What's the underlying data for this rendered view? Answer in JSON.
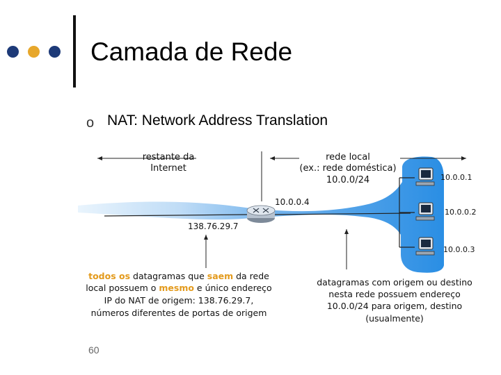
{
  "slide": {
    "title": "Camada de Rede",
    "bullet": "NAT: Network Address Translation",
    "page_number": "60",
    "colors": {
      "dot_navy": "#1d3a78",
      "dot_gold": "#e7a72b",
      "cloud_blue": "#2a8ee4",
      "highlight_orange": "#e39a1c"
    }
  },
  "diagram": {
    "left_region_label": [
      "restante da",
      "Internet"
    ],
    "right_region_label": [
      "rede local",
      "(ex.: rede doméstica)",
      "10.0.0/24"
    ],
    "router_inside_ip": "10.0.0.4",
    "router_outside_ip": "138.76.29.7",
    "hosts": [
      {
        "ip": "10.0.0.1",
        "icon": "computer-icon"
      },
      {
        "ip": "10.0.0.2",
        "icon": "computer-icon"
      },
      {
        "ip": "10.0.0.3",
        "icon": "computer-icon"
      }
    ],
    "note_left": {
      "line1": [
        {
          "text": "todos os",
          "hl": true
        },
        {
          "text": " datagramas que ",
          "hl": false
        },
        {
          "text": "saem",
          "hl": true
        },
        {
          "text": " da rede",
          "hl": false
        }
      ],
      "line2": [
        {
          "text": "local possuem o ",
          "hl": false
        },
        {
          "text": "mesmo",
          "hl": true
        },
        {
          "text": " e único endereço",
          "hl": false
        }
      ],
      "line3": "IP do NAT de origem: 138.76.29.7,",
      "line4": "números diferentes de portas de origem"
    },
    "note_right": [
      "datagramas com origem ou destino",
      "nesta rede possuem endereço",
      "10.0.0/24 para origem, destino",
      "(usualmente)"
    ]
  }
}
